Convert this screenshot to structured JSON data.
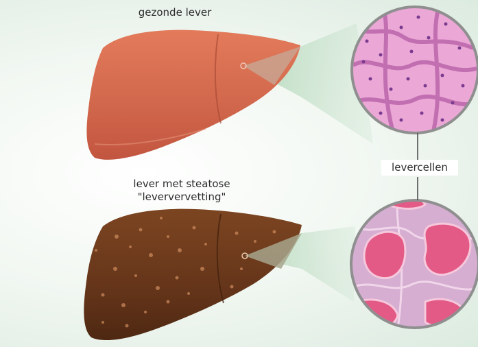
{
  "labels": {
    "healthy_liver": "gezonde lever",
    "fatty_liver_line1": "lever met steatose",
    "fatty_liver_line2": "\"leververvetting\"",
    "liver_cells": "levercellen"
  },
  "colors": {
    "healthy_liver": "#d2674c",
    "fatty_liver": "#6b3818",
    "healthy_tissue": "#e9a3d4",
    "fatty_tissue_fat": "#e25a86",
    "fatty_tissue_bg": "#d5aed2",
    "cone": "#9fcaa7"
  }
}
